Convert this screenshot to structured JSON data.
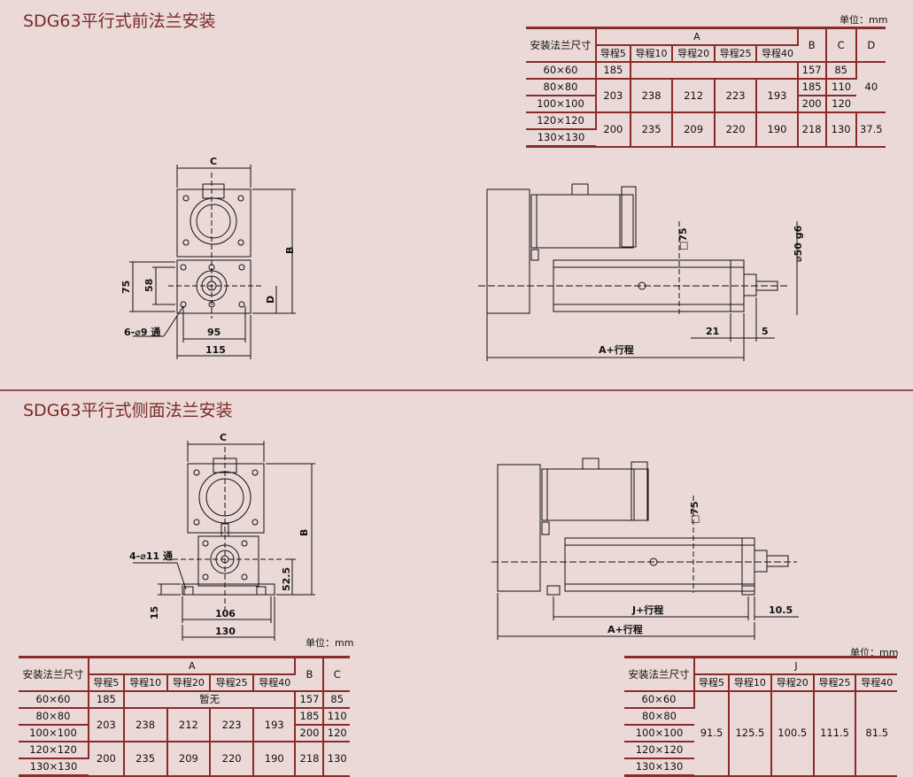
{
  "sections": {
    "front": {
      "title": "SDG63平行式前法兰安装"
    },
    "side": {
      "title": "SDG63平行式侧面法兰安装"
    }
  },
  "unit_label": "单位：mm",
  "table1": {
    "size_header": "安装法兰尺寸",
    "group_a": "A",
    "strokes": [
      "导程5",
      "导程10",
      "导程20",
      "导程25",
      "导程40"
    ],
    "b": "B",
    "c": "C",
    "d": "D",
    "sizes": [
      "60×60",
      "80×80",
      "100×100",
      "120×120",
      "130×130"
    ],
    "a_row1": "185",
    "a_row2": [
      "203",
      "238",
      "212",
      "223",
      "193"
    ],
    "a_row3": [
      "200",
      "235",
      "209",
      "220",
      "190"
    ],
    "b_vals": [
      "157",
      "185",
      "200",
      "218"
    ],
    "c_vals": [
      "85",
      "110",
      "120",
      "130"
    ],
    "d_vals": [
      "40",
      "37.5"
    ]
  },
  "table2": {
    "size_header": "安装法兰尺寸",
    "group_a": "A",
    "strokes": [
      "导程5",
      "导程10",
      "导程20",
      "导程25",
      "导程40"
    ],
    "b": "B",
    "c": "C",
    "sizes": [
      "60×60",
      "80×80",
      "100×100",
      "120×120",
      "130×130"
    ],
    "a_row1": "185",
    "none_label": "暂无",
    "a_row2": [
      "203",
      "238",
      "212",
      "223",
      "193"
    ],
    "a_row3": [
      "200",
      "235",
      "209",
      "220",
      "190"
    ],
    "b_vals": [
      "157",
      "185",
      "200",
      "218"
    ],
    "c_vals": [
      "85",
      "110",
      "120",
      "130"
    ]
  },
  "table3": {
    "size_header": "安装法兰尺寸",
    "group_j": "J",
    "strokes": [
      "导程5",
      "导程10",
      "导程20",
      "导程25",
      "导程40"
    ],
    "sizes": [
      "60×60",
      "80×80",
      "100×100",
      "120×120",
      "130×130"
    ],
    "j_vals": [
      "91.5",
      "125.5",
      "100.5",
      "111.5",
      "81.5"
    ]
  },
  "drawing1": {
    "dim_c": "C",
    "dim_b": "B",
    "dim_75": "75",
    "dim_58": "58",
    "dim_d": "D",
    "dim_95": "95",
    "dim_115": "115",
    "hole_note": "6-⌀9 通",
    "dim_sq75": "□75",
    "dim_phi50": "⌀50 g6",
    "dim_21": "21",
    "dim_5": "5",
    "dim_a_stroke": "A+行程"
  },
  "drawing2": {
    "dim_c": "C",
    "dim_b": "B",
    "hole_note": "4-⌀11 通",
    "dim_52_5": "52.5",
    "dim_15": "15",
    "dim_106": "106",
    "dim_130": "130",
    "dim_sq75": "□75",
    "dim_j_stroke": "J+行程",
    "dim_10_5": "10.5",
    "dim_a_stroke": "A+行程"
  }
}
